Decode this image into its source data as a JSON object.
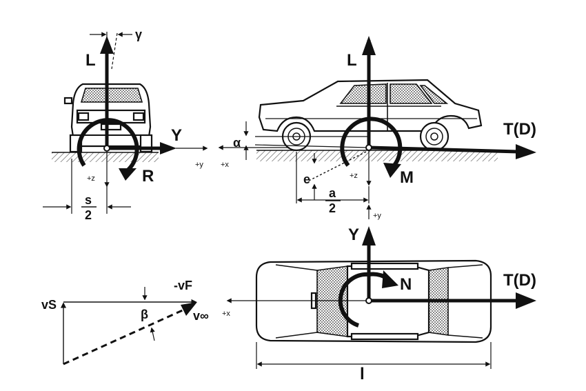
{
  "colors": {
    "ink": "#111111",
    "background": "#ffffff",
    "hatch": "#555555"
  },
  "rear_view": {
    "lift": "L",
    "side_force": "Y",
    "roll_moment": "R",
    "yaw_angle_symbol": "γ",
    "axis_y": "+y",
    "axis_z": "+z",
    "track_num": "s",
    "track_den": "2"
  },
  "side_view": {
    "lift": "L",
    "drag_force": "T(D)",
    "pitch_moment": "M",
    "pitch_angle_symbol": "α",
    "axis_x": "+x",
    "axis_z": "+z",
    "axis_y_below": "+y",
    "offset_e": "e",
    "wheelbase_num": "a",
    "wheelbase_den": "2"
  },
  "top_view": {
    "side_force": "Y",
    "drag_force": "T(D)",
    "yaw_moment": "N",
    "axis_x": "+x",
    "length": "l"
  },
  "velocity_triangle": {
    "side_velocity": "vS",
    "vehicle_velocity": "-vF",
    "resultant_velocity": "v∞",
    "angle": "β"
  }
}
